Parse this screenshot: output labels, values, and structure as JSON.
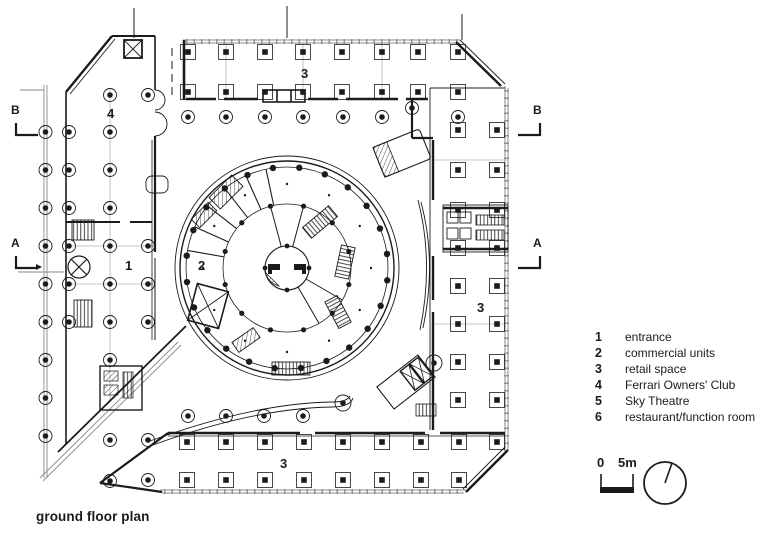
{
  "title": "ground floor plan",
  "legend": {
    "items": [
      {
        "num": "1",
        "label": "entrance"
      },
      {
        "num": "2",
        "label": "commercial units"
      },
      {
        "num": "3",
        "label": "retail space"
      },
      {
        "num": "4",
        "label": "Ferrari Owners' Club"
      },
      {
        "num": "5",
        "label": "Sky Theatre"
      },
      {
        "num": "6",
        "label": "restaurant/function room"
      }
    ]
  },
  "plan": {
    "labels": [
      {
        "text": "3"
      },
      {
        "text": "4"
      },
      {
        "text": "1"
      },
      {
        "text": "2"
      },
      {
        "text": "3"
      },
      {
        "text": "3"
      }
    ],
    "section_markers": {
      "left_top": "B",
      "left_bottom": "A",
      "right_top": "B",
      "right_bottom": "A"
    }
  },
  "scale": {
    "zero": "0",
    "five": "5m"
  },
  "colors": {
    "line": "#1b1b1b",
    "street": "#8a8a8a",
    "grid": "#b5b5b5"
  }
}
